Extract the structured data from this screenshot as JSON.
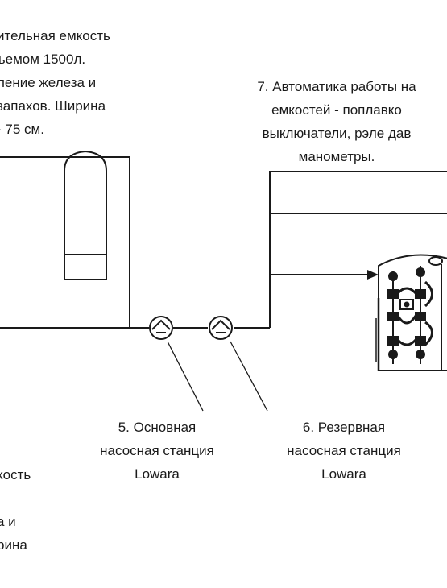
{
  "labels": {
    "tank_left": [
      "ительная емкость",
      "ъемом 1500л.",
      "ление железа и",
      "запахов. Ширина",
      "- 75 см."
    ],
    "automation": [
      "7. Автоматика работы на",
      "емкостей - поплавко",
      "выключатели, рэле дав",
      "манометры."
    ],
    "pump_main": [
      "5. Основная",
      "насосная станция",
      "Lowara"
    ],
    "pump_reserve": [
      "6. Резервная",
      "насосная станция",
      "Lowara"
    ],
    "tank_bottom": [
      "кость",
      "",
      "а и",
      "рина"
    ]
  },
  "colors": {
    "line": "#1a1a1a",
    "background": "#ffffff"
  }
}
